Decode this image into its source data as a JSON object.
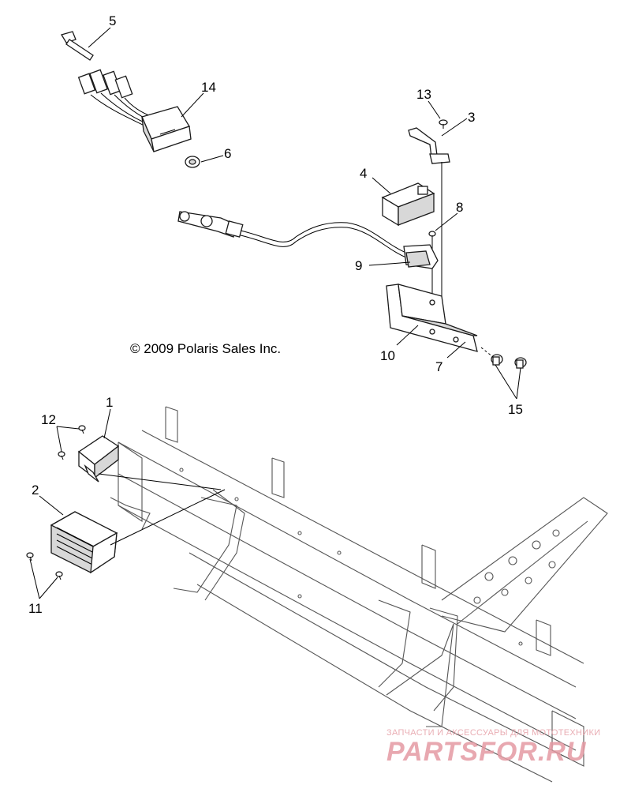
{
  "callouts": {
    "c1": "1",
    "c2": "2",
    "c3": "3",
    "c4": "4",
    "c5": "5",
    "c6": "6",
    "c7": "7",
    "c8": "8",
    "c9": "9",
    "c10": "10",
    "c11": "11",
    "c12": "12",
    "c13": "13",
    "c14": "14",
    "c15": "15"
  },
  "copyright": "© 2009 Polaris Sales Inc.",
  "watermark": {
    "tagline": "ЗАПЧАСТИ И АКСЕССУАРЫ ДЛЯ МОТОТЕХНИКИ",
    "brand": "PARTSFOR.RU"
  }
}
